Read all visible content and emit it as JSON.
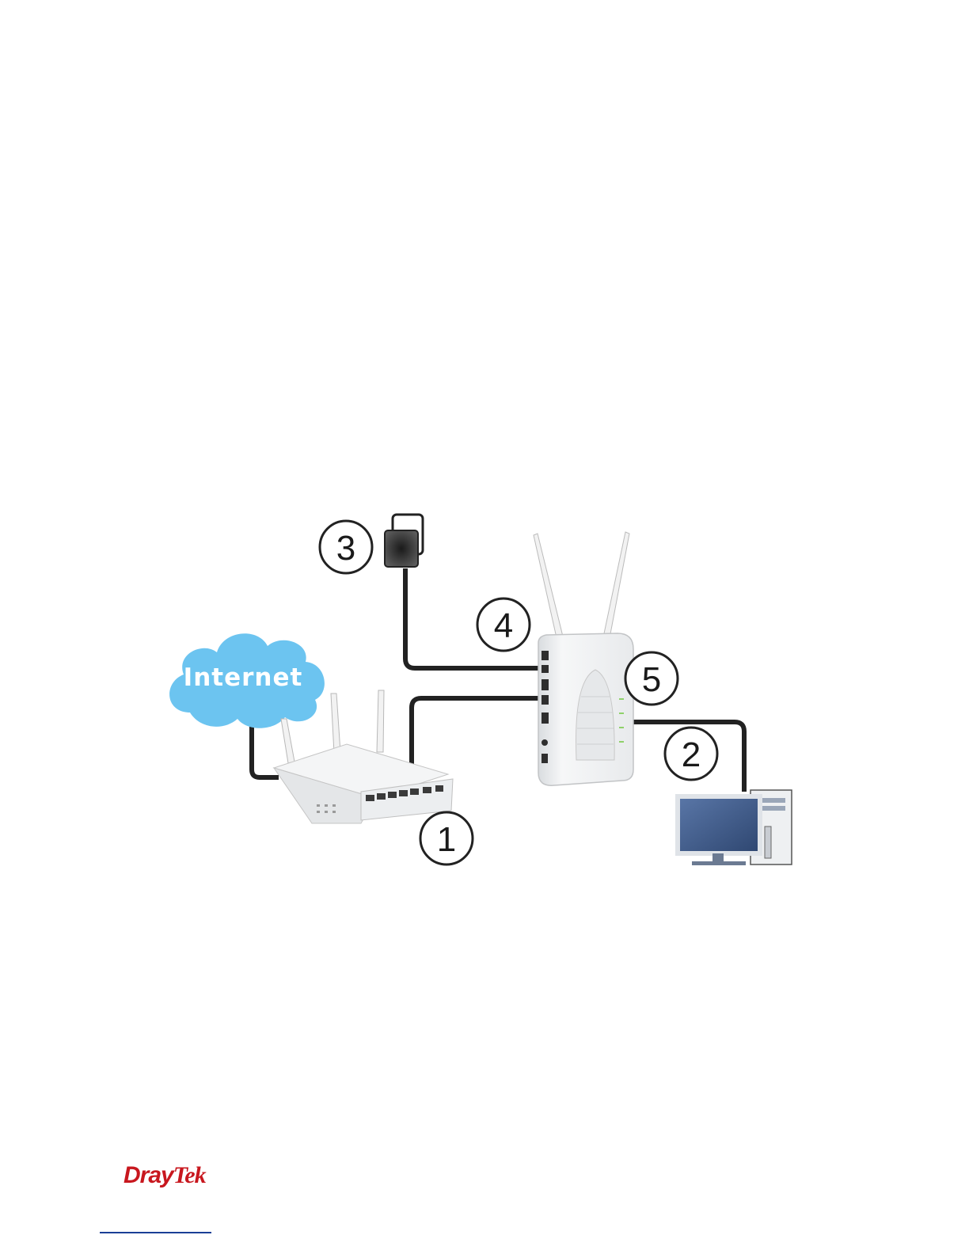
{
  "diagram": {
    "cloud_label": "Internet",
    "callouts": [
      "1",
      "2",
      "3",
      "4",
      "5"
    ]
  },
  "footer": {
    "logo_main": "Dray",
    "logo_accent": "Tek"
  },
  "colors": {
    "cloud": "#6cc4f0",
    "cable": "#222222",
    "logo": "#c8171e",
    "monitor_screen": "#3f5b8c"
  }
}
